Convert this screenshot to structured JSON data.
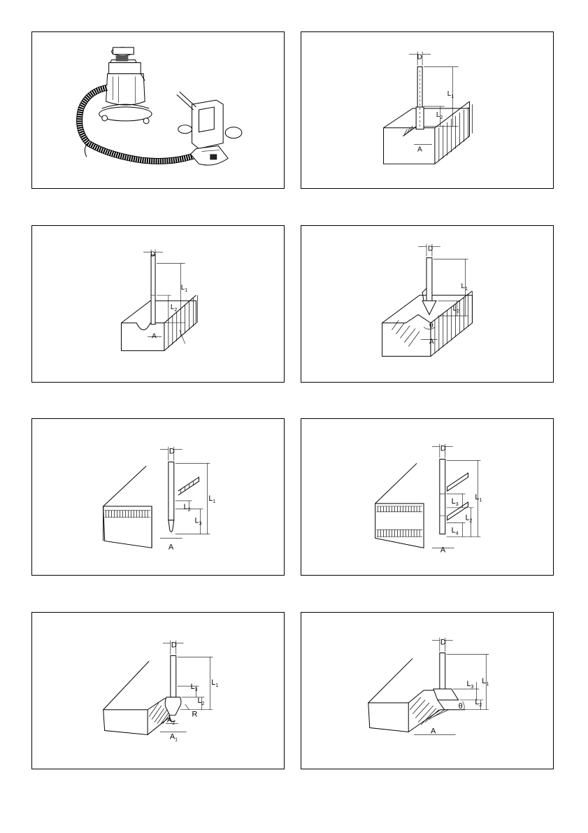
{
  "figures": [
    {
      "id": "fig-vacuum",
      "labels": {}
    },
    {
      "id": "fig-straight-bit",
      "labels": {
        "D": "D",
        "L1": "L",
        "L1_sub": "1",
        "L2": "L",
        "L2_sub": "2",
        "A": "A"
      }
    },
    {
      "id": "fig-u-groove-bit",
      "labels": {
        "D": "D",
        "L1": "L",
        "L1_sub": "1",
        "L2": "L",
        "L2_sub": "2",
        "A": "A"
      }
    },
    {
      "id": "fig-v-groove-bit",
      "labels": {
        "D": "D",
        "L1": "L",
        "L1_sub": "1",
        "L2": "L",
        "L2_sub": "2",
        "A": "A",
        "theta": "θ"
      }
    },
    {
      "id": "fig-flush-trim-bit",
      "labels": {
        "D": "D",
        "L1": "L",
        "L1_sub": "1",
        "L2": "L",
        "L2_sub": "2",
        "L3": "L",
        "L3_sub": "3",
        "A": "A"
      }
    },
    {
      "id": "fig-double-flush-bit",
      "labels": {
        "D": "D",
        "L1": "L",
        "L1_sub": "1",
        "L2": "L",
        "L2_sub": "2",
        "L3": "L",
        "L3_sub": "3",
        "L4": "L",
        "L4_sub": "4",
        "A": "A"
      }
    },
    {
      "id": "fig-corner-rounding-bit",
      "labels": {
        "D": "D",
        "L1": "L",
        "L1_sub": "1",
        "L2": "L",
        "L2_sub": "2",
        "L3": "L",
        "L3_sub": "3",
        "R": "R",
        "A1": "A",
        "A1_sub": "1",
        "A2": "A",
        "A2_sub": "2"
      }
    },
    {
      "id": "fig-chamfering-bit",
      "labels": {
        "D": "D",
        "L1": "L",
        "L1_sub": "1",
        "L2": "L",
        "L2_sub": "2",
        "L3": "L",
        "L3_sub": "3",
        "A": "A",
        "theta": "θ"
      }
    }
  ]
}
